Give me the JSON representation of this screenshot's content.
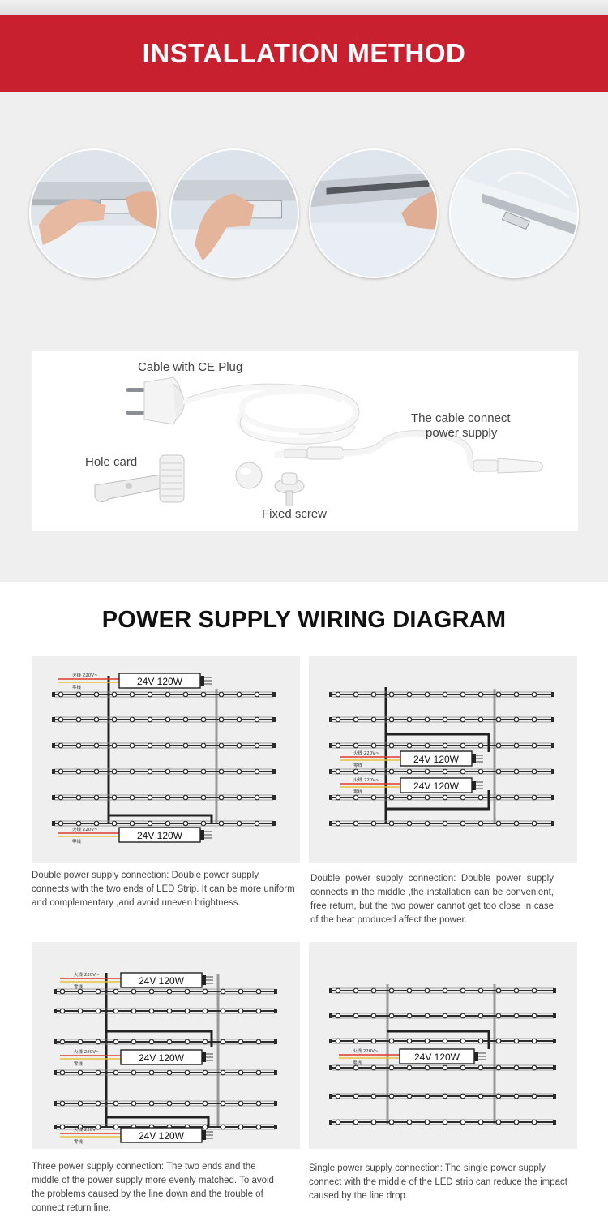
{
  "installation": {
    "title": "INSTALLATION METHOD",
    "photos": [
      {
        "icon": "hand-plugging-connector-photo"
      },
      {
        "icon": "hand-clipping-cable-photo"
      },
      {
        "icon": "hand-inserting-strip-photo"
      },
      {
        "icon": "cable-in-frame-photo"
      }
    ],
    "accessories": {
      "cable_plug": "Cable with CE Plug",
      "cable_connect_line1": "The cable connect",
      "cable_connect_line2": "power supply",
      "hole_card": "Hole card",
      "fixed_screw": "Fixed screw"
    }
  },
  "wiring": {
    "title": "POWER SUPPLY WIRING DIAGRAM",
    "supply_label": "24V 120W",
    "wire_live": "火线 220V~",
    "wire_neutral": "零线",
    "diagrams": [
      {
        "caption": "Double power supply connection: Double power supply connects with the two ends of LED Strip. It can be more uniform and complementary ,and avoid uneven brightness."
      },
      {
        "caption": "Double power supply connection: Double power supply connects in the middle ,the installation can be convenient, free return, but the two power cannot get too close in case of the heat produced affect the power."
      },
      {
        "caption": "Three power supply connection: The two ends and the middle of the power supply more evenly matched. To avoid the problems caused by the line down and the trouble of connect return line."
      },
      {
        "caption": "Single power supply connection: The single power supply connect with the middle of the LED strip can reduce the impact caused by the line drop."
      }
    ]
  },
  "colors": {
    "banner_red": "#c8202f",
    "gray_background": "#efeff0",
    "wire_red": "#e03a2a",
    "wire_yellow": "#e8c23a"
  }
}
